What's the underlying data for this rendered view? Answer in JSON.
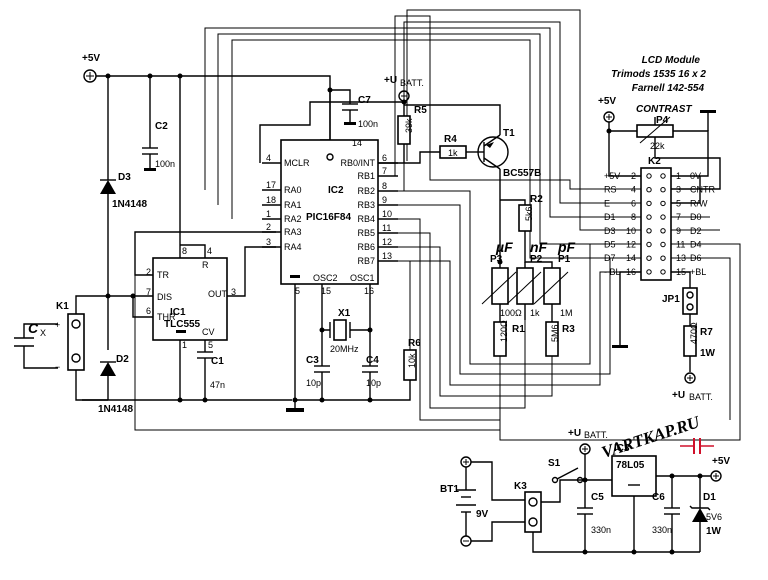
{
  "lcd": {
    "title": "LCD Module",
    "line2": "Trimods 1535 16 x 2",
    "line3": "Farnell 142-554"
  },
  "supply": {
    "plus5v": "+5V",
    "ubatt": "+U",
    "batt_sub": "BATT."
  },
  "ic1": {
    "ref": "IC1",
    "part": "TLC555",
    "pins": {
      "p2": "2",
      "p7": "7",
      "p6": "6",
      "p8": "8",
      "p4": "4",
      "p3": "3",
      "p1": "1",
      "p5": "5"
    },
    "labels": {
      "tr": "TR",
      "dis": "DIS",
      "thr": "THR",
      "r": "R",
      "out": "OUT",
      "cv": "CV"
    }
  },
  "ic2": {
    "ref": "IC2",
    "part": "PIC16F84",
    "left_pins": [
      {
        "n": "4",
        "l": "MCLR"
      },
      {
        "n": "17",
        "l": "RA0"
      },
      {
        "n": "18",
        "l": "RA1"
      },
      {
        "n": "1",
        "l": "RA2"
      },
      {
        "n": "2",
        "l": "RA3"
      },
      {
        "n": "3",
        "l": "RA4"
      }
    ],
    "right_pins": [
      {
        "n": "6",
        "l": "RB0/INT"
      },
      {
        "n": "7",
        "l": "RB1"
      },
      {
        "n": "8",
        "l": "RB2"
      },
      {
        "n": "9",
        "l": "RB3"
      },
      {
        "n": "10",
        "l": "RB4"
      },
      {
        "n": "11",
        "l": "RB5"
      },
      {
        "n": "12",
        "l": "RB6"
      },
      {
        "n": "13",
        "l": "RB7"
      }
    ],
    "top_pin": "14",
    "bottom_pins": [
      {
        "n": "5"
      },
      {
        "n": "15",
        "l": "OSC2"
      },
      {
        "n": "16",
        "l": "OSC1"
      }
    ]
  },
  "ic3": {
    "ref": "IC3",
    "part": "78L05"
  },
  "k1": {
    "ref": "K1",
    "cx": "C",
    "cx_sub": "X",
    "plus": "+",
    "minus": "−"
  },
  "k2": {
    "ref": "K2",
    "left": [
      {
        "n": "2",
        "l": "+5V"
      },
      {
        "n": "4",
        "l": "RS"
      },
      {
        "n": "6",
        "l": "E"
      },
      {
        "n": "8",
        "l": "D1"
      },
      {
        "n": "10",
        "l": "D3"
      },
      {
        "n": "12",
        "l": "D5"
      },
      {
        "n": "14",
        "l": "D7"
      },
      {
        "n": "16",
        "l": "- BL"
      }
    ],
    "right": [
      {
        "n": "1",
        "l": "0V"
      },
      {
        "n": "3",
        "l": "CNTR"
      },
      {
        "n": "5",
        "l": "R/W"
      },
      {
        "n": "7",
        "l": "D0"
      },
      {
        "n": "9",
        "l": "D2"
      },
      {
        "n": "11",
        "l": "D4"
      },
      {
        "n": "13",
        "l": "D6"
      },
      {
        "n": "15",
        "l": "+BL"
      }
    ]
  },
  "k3": {
    "ref": "K3"
  },
  "p4": {
    "ref": "P4",
    "val": "22k",
    "title": "CONTRAST"
  },
  "t1": {
    "ref": "T1",
    "part": "BC557B"
  },
  "diodes": {
    "d1": "D1",
    "d1v": "5V6",
    "d1w": "1W",
    "d2": "D2",
    "d3": "D3",
    "type": "1N4148"
  },
  "caps": {
    "c1": "C1",
    "c1v": "47n",
    "c2": "C2",
    "c2v": "100n",
    "c3": "C3",
    "c3v": "10p",
    "c4": "C4",
    "c4v": "10p",
    "c5": "C5",
    "c5v": "330n",
    "c6": "C6",
    "c6v": "330n",
    "c7": "C7",
    "c7v": "100n"
  },
  "res": {
    "r1": "R1",
    "r1v": "120Ω",
    "r2": "R2",
    "r2v": "5k6",
    "r3": "R3",
    "r3v": "5M6",
    "r4": "R4",
    "r4v": "1k",
    "r5": "R5",
    "r5v": "39k",
    "r6": "R6",
    "r6v": "10k",
    "r7": "R7",
    "r7v": "470Ω",
    "r7w": "1W"
  },
  "pots": {
    "p1": "P1",
    "p1v": "1M",
    "p1u": "pF",
    "p2": "P2",
    "p2v": "1k",
    "p2u": "nF",
    "p3": "P3",
    "p3v": "100Ω",
    "p3u": "µF"
  },
  "xtal": {
    "ref": "X1",
    "val": "20MHz"
  },
  "battery": {
    "ref": "BT1",
    "val": "9V"
  },
  "switch": {
    "ref": "S1"
  },
  "jp1": {
    "ref": "JP1"
  },
  "watermark": {
    "text": "VARTKAP.RU"
  }
}
